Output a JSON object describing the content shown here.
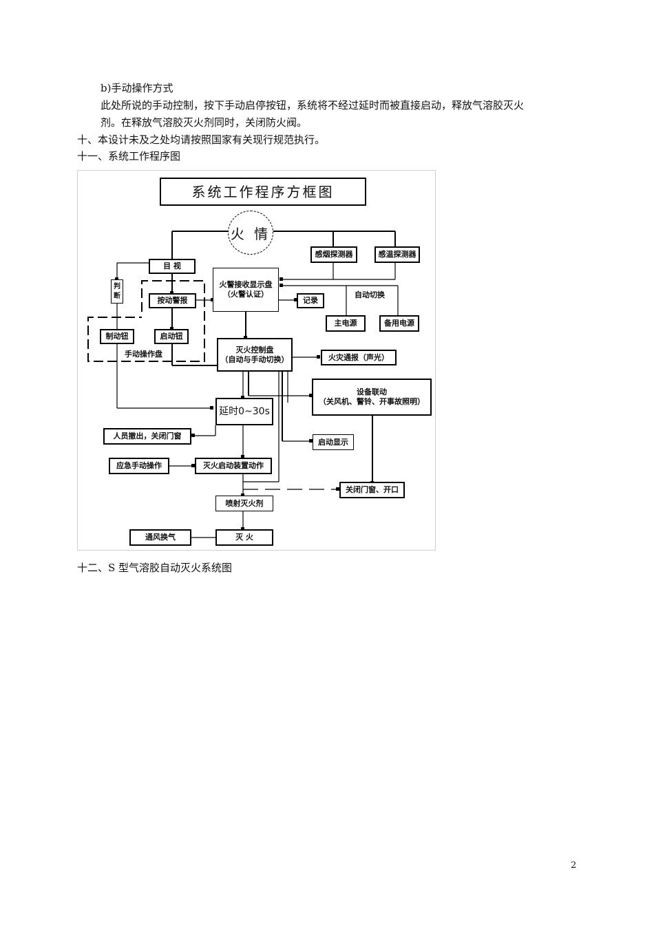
{
  "document": {
    "paragraphs": [
      {
        "id": "p1",
        "text": "b)手动操作方式"
      },
      {
        "id": "p2",
        "text": "此处所说的手动控制，按下手动启停按钮，系统将不经过延时而被直接启动，释放气溶胶灭火"
      },
      {
        "id": "p3",
        "text": "剂。在释放气溶胶灭火剂同时，关闭防火阀。"
      },
      {
        "id": "p4",
        "text": "十、本设计未及之处均请按照国家有关现行规范执行。"
      },
      {
        "id": "p5",
        "text": "十一、系统工作程序图"
      },
      {
        "id": "p6",
        "text": "十二、S 型气溶胶自动灭火系统图"
      }
    ],
    "page_number": "2"
  },
  "diagram": {
    "title": "系统工作程序方框图",
    "nodes": {
      "fire": "火 情",
      "smoke_detector": "感烟探测器",
      "heat_detector": "感温探测器",
      "visual": "目 视",
      "judge": "判 断",
      "alarm_button": "按动警报",
      "fire_alarm_panel": "火警接收显示盘",
      "fire_alarm_panel_sub": "（火警认证）",
      "record": "记录",
      "auto_switch": "自动切换",
      "main_power": "主电源",
      "backup_power": "备用电源",
      "stop_button": "制动钮",
      "start_button": "启动钮",
      "manual_panel": "手动操作盘",
      "control_panel": "灭火控制盘",
      "control_panel_sub": "（自动与手动切换）",
      "sound_light": "火灾通报（声光）",
      "linkage": "设备联动",
      "linkage_sub": "（关风机、警铃、开事故照明）",
      "delay": "延时0~30s",
      "evacuate": "人员撤出，关闭门窗",
      "start_display": "启动显示",
      "onsite_manual": "应急手动操作",
      "device_action": "灭火启动装置动作",
      "close_door": "关闭门窗、开口",
      "spray": "喷射灭火剂",
      "extinguish": "灭 火",
      "ventilate": "通风换气"
    }
  }
}
